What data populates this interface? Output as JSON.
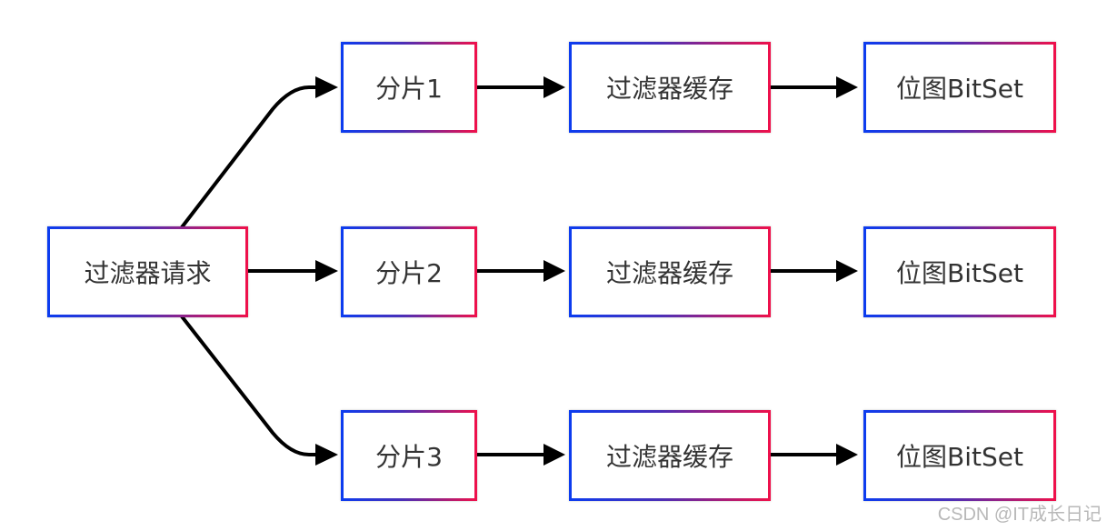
{
  "diagram": {
    "root": {
      "label": "过滤器请求"
    },
    "shards": [
      {
        "label": "分片1",
        "cache": "过滤器缓存",
        "bitset": "位图BitSet"
      },
      {
        "label": "分片2",
        "cache": "过滤器缓存",
        "bitset": "位图BitSet"
      },
      {
        "label": "分片3",
        "cache": "过滤器缓存",
        "bitset": "位图BitSet"
      }
    ],
    "colors": {
      "border_start": "#0b3cf0",
      "border_end": "#f0104a",
      "arrow": "#000000",
      "text": "#333333"
    }
  },
  "watermark": "CSDN @IT成长日记"
}
